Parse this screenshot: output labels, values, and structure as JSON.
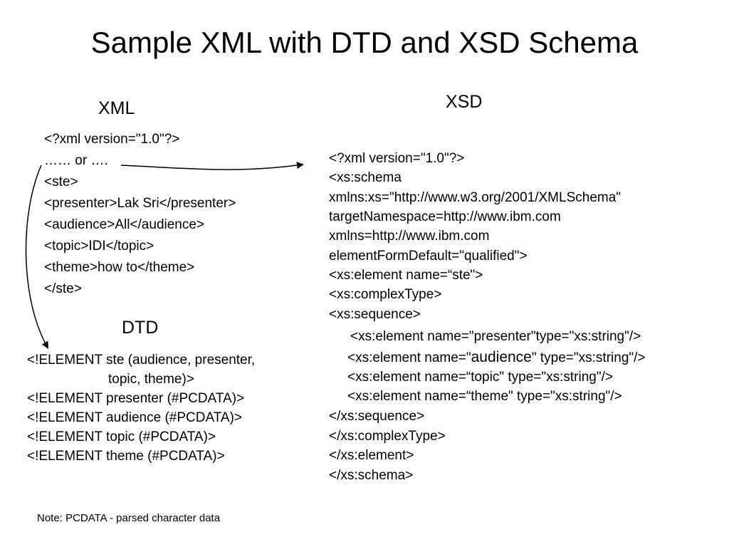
{
  "title": "Sample XML with DTD and XSD Schema",
  "xml": {
    "heading": "XML",
    "lines": [
      "<?xml version=\"1.0\"?>",
      "…… or ….",
      "<ste>",
      "<presenter>Lak Sri</presenter>",
      "<audience>All</audience>",
      "<topic>IDI</topic>",
      "<theme>how to</theme>",
      "</ste>"
    ]
  },
  "xsd": {
    "heading": "XSD",
    "lines": [
      "<?xml version=\"1.0\"?>",
      "<xs:schema",
      "xmlns:xs=\"http://www.w3.org/2001/XMLSchema\"",
      "targetNamespace=http://www.ibm.com",
      "xmlns=http://www.ibm.com",
      "elementFormDefault=\"qualified\">",
      "<xs:element name=“ste\">",
      "<xs:complexType>",
      "<xs:sequence>",
      "<xs:element name=\"presenter\"type=\"xs:string\"/>",
      "<xs:element name=\"",
      "audience",
      "\" type=\"xs:string\"/>",
      "<xs:element name=“topic\" type=\"xs:string\"/>",
      "<xs:element name=“theme\" type=\"xs:string\"/>",
      "</xs:sequence>",
      "</xs:complexType>",
      "</xs:element>",
      "</xs:schema>"
    ]
  },
  "dtd": {
    "heading": "DTD",
    "lines": [
      "<!ELEMENT ste (audience, presenter,",
      "topic,  theme)>",
      "<!ELEMENT presenter (#PCDATA)>",
      "<!ELEMENT audience (#PCDATA)>",
      "<!ELEMENT topic (#PCDATA)>",
      "<!ELEMENT theme (#PCDATA)>"
    ]
  },
  "note": "Note:  PCDATA  - parsed character data"
}
